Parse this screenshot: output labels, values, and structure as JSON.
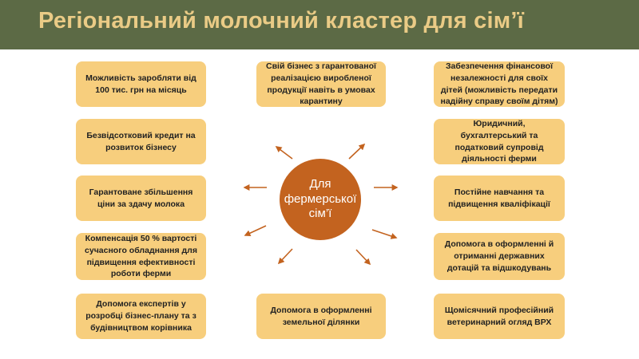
{
  "header": {
    "title": "Регіональний молочний кластер для сім’ї"
  },
  "center": {
    "label": "Для фермерської сім’ї"
  },
  "left_column": [
    "Можливість заробляти від 100 тис. грн на місяць",
    "Безвідсотковий кредит на розвиток бізнесу",
    "Гарантоване збільшення ціни за здачу молока",
    "Компенсація 50 % вартості сучасного обладнання для підвищення ефективності роботи ферми",
    "Допомога експертів у розробці бізнес-плану та з будівництвом корівника"
  ],
  "middle_column": [
    "Свій бізнес з гарантованої реалізацією виробленої продукції навіть в умовах карантину",
    "Допомога в оформленні земельної ділянки"
  ],
  "right_column": [
    "Забезпечення фінансової незалежності для своїх дітей (можливість передати надійну справу своїм дітям)",
    "Юридичний, бухгалтерський та податковий супровід діяльності ферми",
    "Постійне навчання та підвищення кваліфікації",
    "Допомога в оформленні й отриманні державних дотацій та відшкодувань",
    "Щомісячний професійний ветеринарний огляд ВРХ"
  ],
  "colors": {
    "header_bg": "#5c6a45",
    "title_text": "#eacb86",
    "box_fill": "#f7ce7d",
    "circle_fill": "#c3631f",
    "arrow": "#c3631f"
  }
}
